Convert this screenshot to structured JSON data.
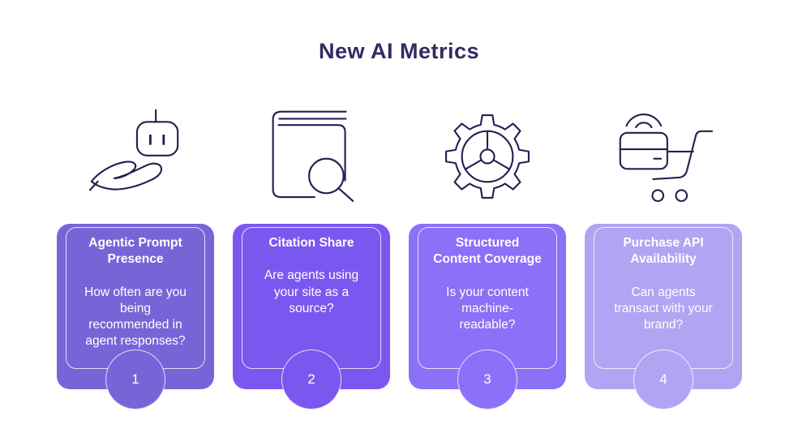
{
  "title": "New AI Metrics",
  "theme": {
    "background": "#ffffff",
    "title_color": "#322a63",
    "icon_color": "#232050",
    "card_text_color": "#ffffff",
    "inner_border_color": "rgba(255,255,255,0.78)",
    "card_colors": [
      "#7765d8",
      "#7a58ef",
      "#8c70f7",
      "#b3a3f3"
    ]
  },
  "cards": [
    {
      "number": "1",
      "icon": "robot-in-hand",
      "title": "Agentic Prompt\nPresence",
      "description": "How often are you\nbeing\nrecommended in\nagent responses?"
    },
    {
      "number": "2",
      "icon": "book-magnifier",
      "title": "Citation Share",
      "description": "Are agents using\nyour site as a\nsource?"
    },
    {
      "number": "3",
      "icon": "gear-spokes",
      "title": "Structured\nContent Coverage",
      "description": "Is your content\nmachine-\nreadable?"
    },
    {
      "number": "4",
      "icon": "payment-card-cart",
      "title": "Purchase API\nAvailability",
      "description": "Can agents\ntransact with your\nbrand?"
    }
  ]
}
